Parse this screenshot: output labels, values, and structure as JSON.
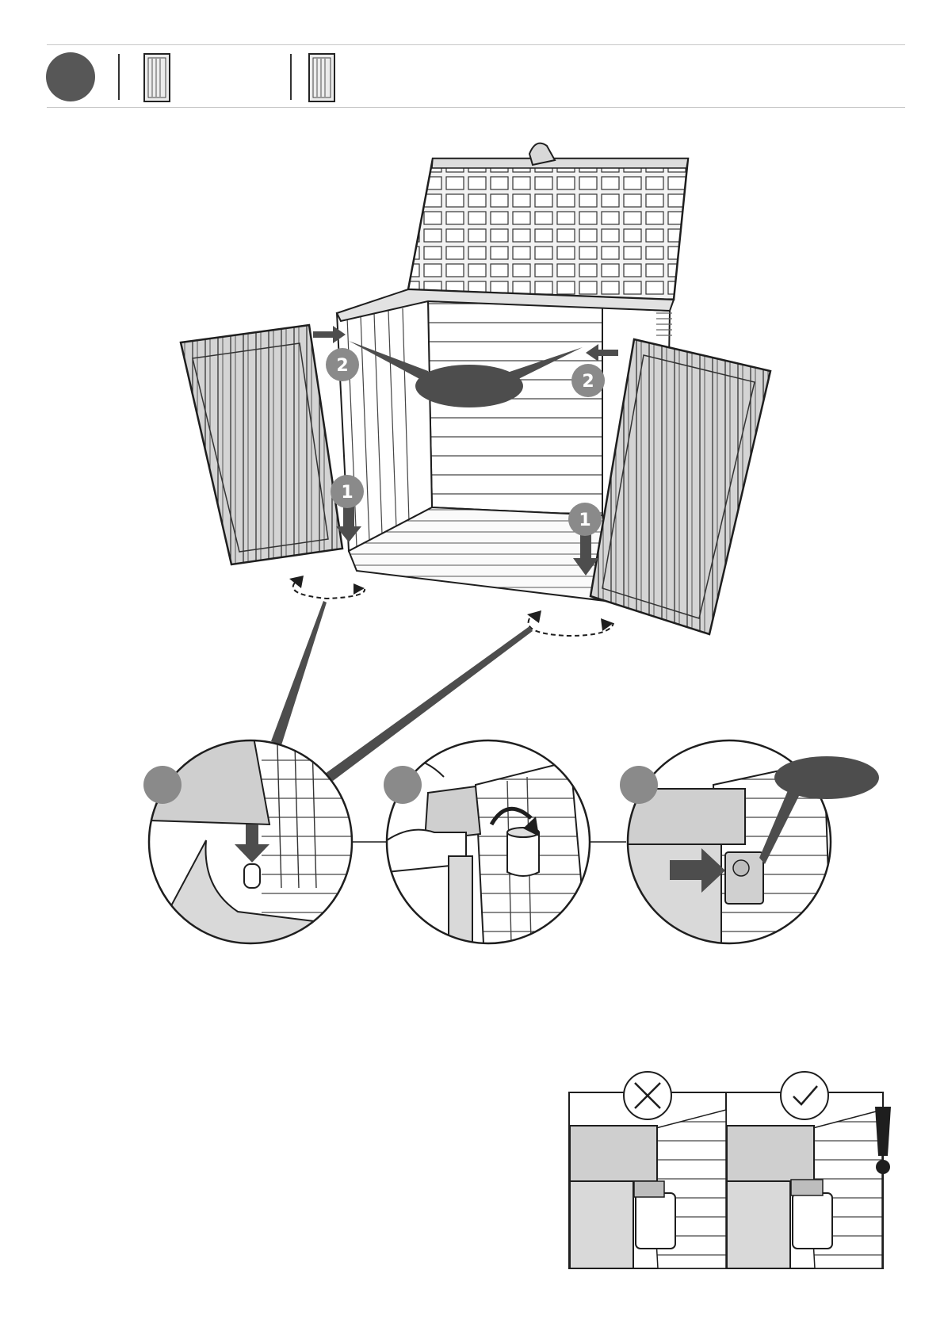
{
  "header": {
    "step_badge_color": "#575757",
    "parts": [
      {
        "icon": "door-panel-left-icon"
      },
      {
        "icon": "door-panel-right-icon"
      }
    ]
  },
  "main_illustration": {
    "step_markers": [
      {
        "label": "2"
      },
      {
        "label": "2"
      },
      {
        "label": "1"
      },
      {
        "label": "1"
      }
    ]
  },
  "detail_views": [
    {
      "icon": "peg-insert-detail"
    },
    {
      "icon": "hinge-rotate-detail"
    },
    {
      "icon": "hinge-seated-detail"
    }
  ],
  "comparison": {
    "wrong_icon": "cross-icon",
    "correct_icon": "check-icon",
    "warning_icon": "exclamation-icon"
  },
  "colors": {
    "dark_gray": "#4d4d4d",
    "medium_gray": "#8a8a8a",
    "panel_gray": "#cfcfcf",
    "line": "#1e1e1e"
  }
}
